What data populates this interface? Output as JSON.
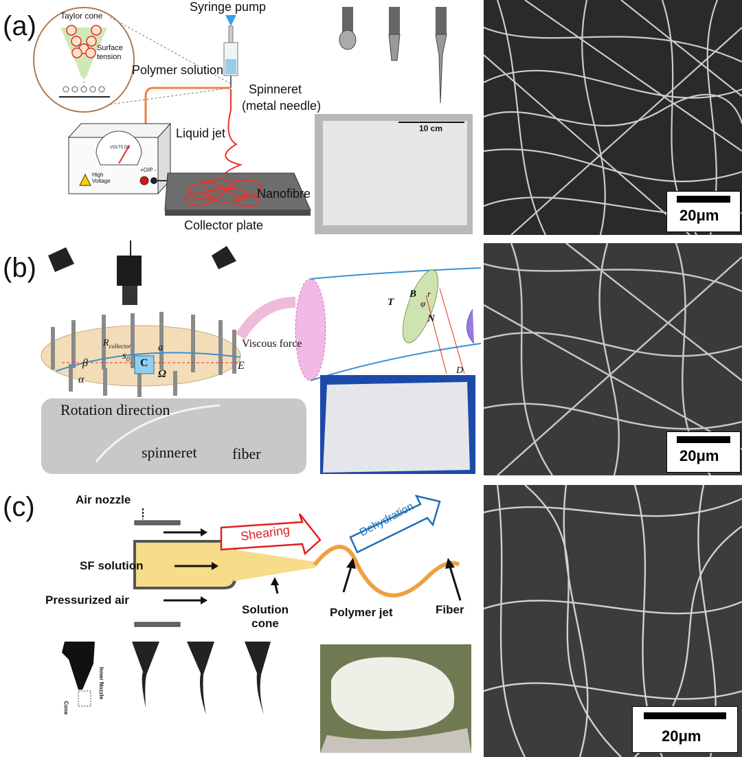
{
  "panel_labels": [
    "(a)",
    "(b)",
    "(c)"
  ],
  "panel_a": {
    "taylor_cone": "Taylor cone",
    "surface_tension": "Surface\ntension",
    "syringe_pump": "Syringe pump",
    "polymer_solution": "Polymer solution",
    "spinneret": "Spinneret",
    "metal_needle": "(metal needle)",
    "liquid_jet": "Liquid jet",
    "nanofibre": "Nanofibre",
    "collector_plate": "Collector plate",
    "high_voltage": "High\nVoltage",
    "volts_dc": "VOLTS DC",
    "output": "+O/P -",
    "photo_scale": "10 cm",
    "sem_scale": "20μm"
  },
  "panel_b": {
    "r_collector": "R",
    "r_collector_sub": "collector",
    "s0": "s",
    "s0_sub": "0",
    "a": "a",
    "c": "C",
    "omega": "Ω",
    "beta": "β",
    "alpha": "α",
    "E": "E",
    "viscous_force": "Viscous force",
    "T": "T",
    "B": "B",
    "N": "N",
    "r": "r",
    "phi": "φ",
    "D": "D",
    "rotation_direction": "Rotation direction",
    "spinneret": "spinneret",
    "fiber": "fiber",
    "sem_scale": "20μm"
  },
  "panel_c": {
    "air_nozzle": "Air nozzle",
    "sf_solution": "SF solution",
    "pressurized_air": "Pressurized air",
    "shearing": "Shearing",
    "dehydration": "Dehydration",
    "solution_cone": "Solution\ncone",
    "polymer_jet": "Polymer jet",
    "fiber": "Fiber",
    "inner_nozzle": "Inner Nozzle",
    "cone": "Cone",
    "sem_scale": "20μm"
  },
  "colors": {
    "red_jet": "#e8322a",
    "orange_wire": "#f08040",
    "fluid": "#f7dc8a",
    "shearing_red": "#e02020",
    "dehydration_blue": "#1f6fb5",
    "collector_disc": "#f3ddb9",
    "taylor_circle": "#b07a4a"
  }
}
